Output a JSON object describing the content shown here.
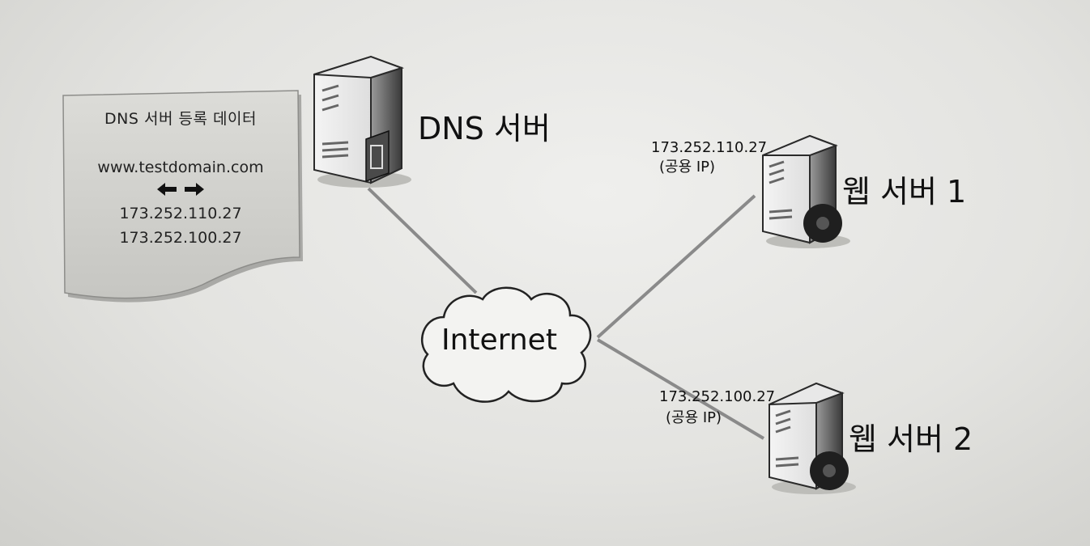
{
  "registration_note": {
    "title": "DNS 서버 등록 데이터",
    "domain": "www.testdomain.com",
    "ip_1": "173.252.110.27",
    "ip_2": "173.252.100.27"
  },
  "dns_server": {
    "label": "DNS 서버"
  },
  "internet": {
    "label": "Internet"
  },
  "web_server_1": {
    "label": "웹 서버 1",
    "ip": "173.252.110.27",
    "ip_type": "(공용 IP)"
  },
  "web_server_2": {
    "label": "웹 서버 2",
    "ip": "173.252.100.27",
    "ip_type": "(공용 IP)"
  },
  "icons": [
    "server-icon",
    "cloud-icon",
    "bidirectional-arrow-icon",
    "document-icon"
  ]
}
